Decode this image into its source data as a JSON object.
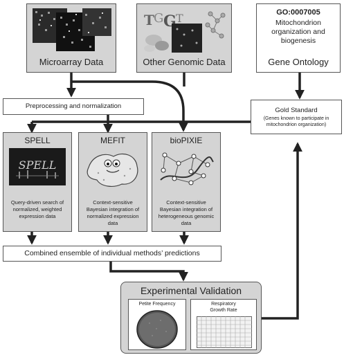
{
  "sources": {
    "microarray": "Microarray Data",
    "other_genomic": "Other Genomic Data",
    "gene_ontology": {
      "go_id": "GO:0007005",
      "go_term": "Mitochondrion organization and biogenesis",
      "label": "Gene Ontology"
    }
  },
  "preprocessing": "Preprocessing and normalization",
  "gold_standard": {
    "title": "Gold Standard",
    "subtitle": "(Genes known to participate in mitochondrion organization)"
  },
  "methods": [
    {
      "name": "SPELL",
      "logo_text": "SPELL",
      "description": "Query-driven search of normalized, weighted expression data"
    },
    {
      "name": "MEFIT",
      "description": "Context-sensitive Bayesian integration of normalized expression data"
    },
    {
      "name": "bioPIXIE",
      "description": "Context-sensitive Bayesian integration of heterogeneous genomic data"
    }
  ],
  "ensemble": "Combined ensemble of individual methods’ predictions",
  "validation": {
    "title": "Experimental Validation",
    "assays": [
      "Petite Frequency",
      "Respiratory Growth Rate"
    ]
  },
  "colors": {
    "box_fill": "#d4d4d4",
    "arrow": "#222222",
    "border": "#555555"
  }
}
